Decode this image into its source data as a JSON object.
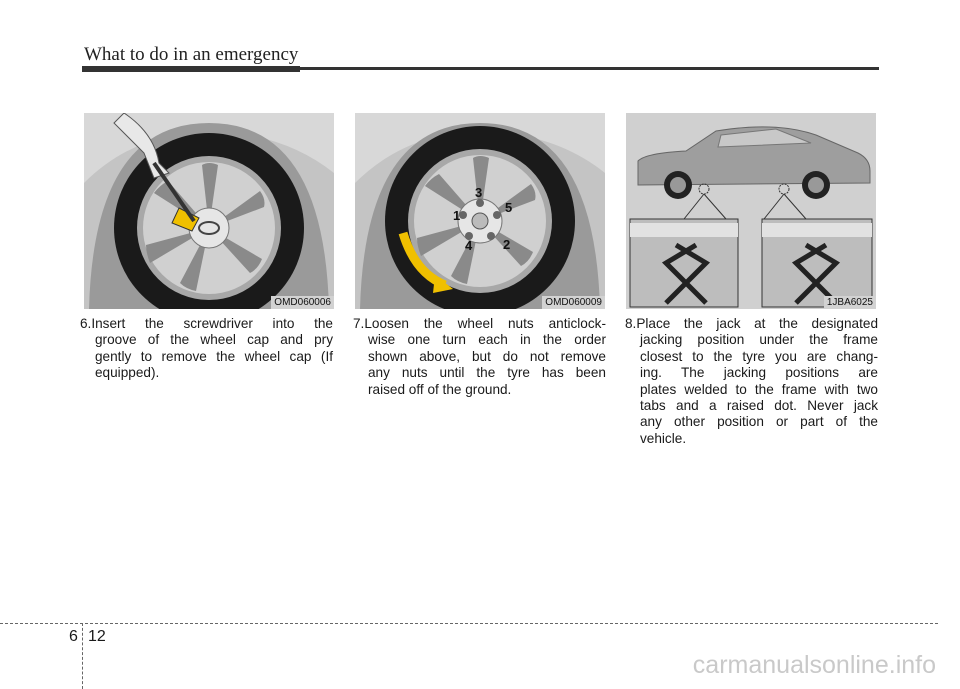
{
  "header": {
    "title": "What to do in an emergency"
  },
  "figures": [
    {
      "code": "OMD060006",
      "icon": "wheel-cap-removal-illustration"
    },
    {
      "code": "OMD060009",
      "icon": "wheel-nut-order-illustration",
      "nut_order_labels": [
        "1",
        "2",
        "3",
        "4",
        "5"
      ]
    },
    {
      "code": "1JBA6025",
      "icon": "jacking-position-illustration"
    }
  ],
  "steps": [
    {
      "lines": [
        "6.Insert the screwdriver into the",
        "groove of the wheel cap and pry",
        "gently to remove the wheel cap (If",
        "equipped)."
      ]
    },
    {
      "lines": [
        "7.Loosen the wheel nuts anticlock-",
        "wise one turn each in the order",
        "shown above, but do not remove",
        "any nuts until the tyre has been",
        "raised off of the ground."
      ]
    },
    {
      "lines": [
        "8.Place the jack at the designated",
        "jacking position under the frame",
        "closest to the tyre you are chang-",
        "ing. The jacking positions are",
        "plates welded to the frame with two",
        "tabs and a raised dot. Never jack",
        "any other position or part of the",
        "vehicle."
      ]
    }
  ],
  "footer": {
    "chapter": "6",
    "page": "12",
    "watermark": "carmanualsonline.info"
  },
  "colors": {
    "arrow": "#f0c000",
    "rule": "#333333"
  }
}
